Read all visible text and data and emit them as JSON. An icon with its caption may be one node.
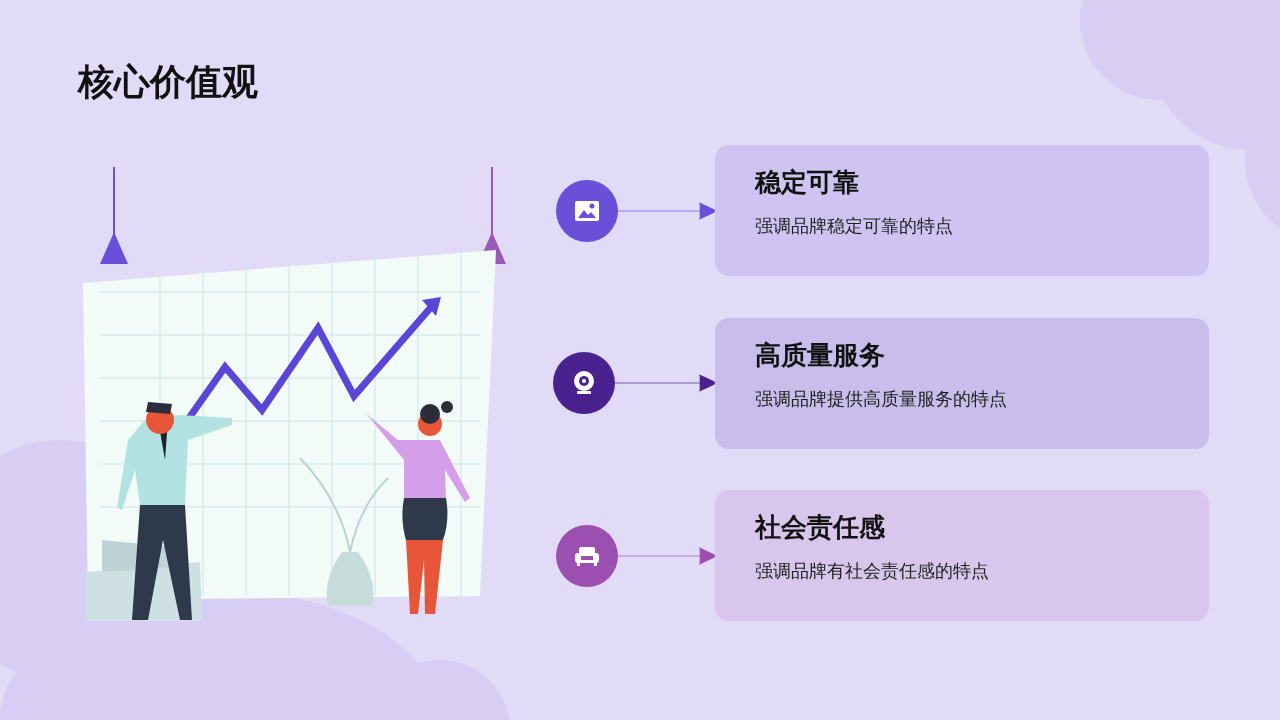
{
  "diagram": {
    "title": "核心价值观",
    "nodes": [
      {
        "text": [],
        "shape": "circle"
      },
      {
        "text": [
          "稳定可靠",
          "强调品牌稳定可靠的特点"
        ]
      },
      {
        "text": [],
        "shape": "circle"
      },
      {
        "text": [
          "高质量服务",
          "强调品牌提供高质量服务的特点"
        ]
      },
      {
        "text": [],
        "shape": "circle"
      },
      {
        "text": [
          "社会责任感",
          "强调品牌有社会责任感的特点"
        ]
      }
    ],
    "edges": [
      {
        "from": 0,
        "to": 1,
        "arrow": "to"
      },
      {
        "from": 2,
        "to": 3,
        "arrow": "to"
      },
      {
        "from": 4,
        "to": 5,
        "arrow": "to"
      }
    ]
  }
}
